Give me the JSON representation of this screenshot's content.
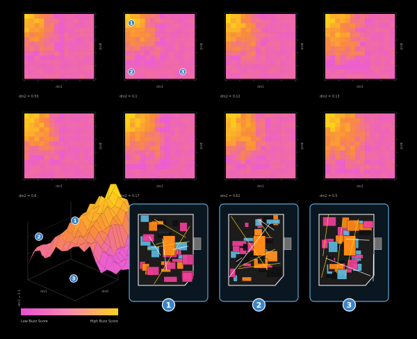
{
  "palette": {
    "low": "#ec5fd0",
    "high": "#ffd21a",
    "frame": "#5aa9d6",
    "badge": "#3a84c8"
  },
  "panels": [
    {
      "caption": "dm2 = 0.50",
      "xlabel": "dm1",
      "ylabel": "dm0"
    },
    {
      "caption": "dm2 = 0.1",
      "xlabel": "dm1",
      "ylabel": "dm0"
    },
    {
      "caption": "dm2 = 0.12",
      "xlabel": "dm1",
      "ylabel": "dm0"
    },
    {
      "caption": "dm2 = 0.13",
      "xlabel": "dm1",
      "ylabel": "dm0"
    },
    {
      "caption": "dm2 = 0.6",
      "xlabel": "dm1",
      "ylabel": "dm0"
    },
    {
      "caption": "dm2 = 0.17",
      "xlabel": "dm1",
      "ylabel": "dm0"
    },
    {
      "caption": "dm2 = 0.61",
      "xlabel": "dm1",
      "ylabel": "dm0"
    },
    {
      "caption": "dm2 = 0.5",
      "xlabel": "dm1",
      "ylabel": "dm0"
    }
  ],
  "markers": [
    "1",
    "2",
    "3"
  ],
  "surface": {
    "z_label": "dm2 = 0.1",
    "x_label": "dm1",
    "y_label": "dm0"
  },
  "legend": {
    "low_label": "Low Buzz Score",
    "high_label": "High Buzz Score"
  },
  "plans": [
    {
      "number": "1"
    },
    {
      "number": "2"
    },
    {
      "number": "3"
    }
  ]
}
